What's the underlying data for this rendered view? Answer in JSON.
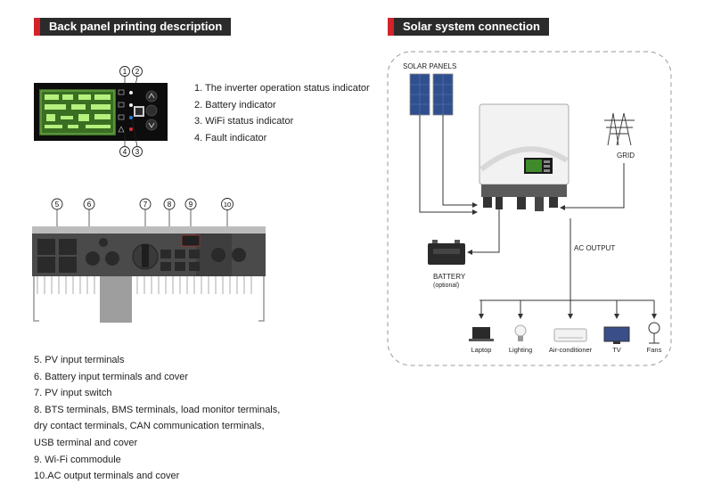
{
  "left_section": {
    "title": "Back panel printing description",
    "indicator_callouts": [
      "1",
      "2",
      "3",
      "4"
    ],
    "indicator_items": [
      "1.  The inverter operation status indicator",
      "2.  Battery indicator",
      "3.  WiFi status indicator",
      "4.  Fault indicator"
    ],
    "terminal_callouts": [
      "5",
      "6",
      "7",
      "8",
      "9",
      "10"
    ],
    "terminal_items": [
      "5.  PV input terminals",
      "6.  Battery input terminals and cover",
      "7.  PV input switch",
      "8.  BTS terminals, BMS terminals, load monitor terminals,",
      "     dry contact terminals, CAN communication terminals,",
      "     USB terminal and cover",
      "9.  Wi-Fi commodule",
      "10.AC output terminals and cover"
    ]
  },
  "right_section": {
    "title": "Solar system connection",
    "solar_panels_label": "SOLAR PANELS",
    "grid_label": "GRID",
    "battery_label": "BATTERY",
    "battery_note": "(optional)",
    "ac_output_label": "AC OUTPUT",
    "loads": [
      "Laptop",
      "Lighting",
      "Air-conditioner",
      "TV",
      "Fans"
    ]
  },
  "colors": {
    "accent": "#d2232a",
    "header_bg": "#2b2b2b",
    "panel_blue": "#2f4f8f"
  }
}
